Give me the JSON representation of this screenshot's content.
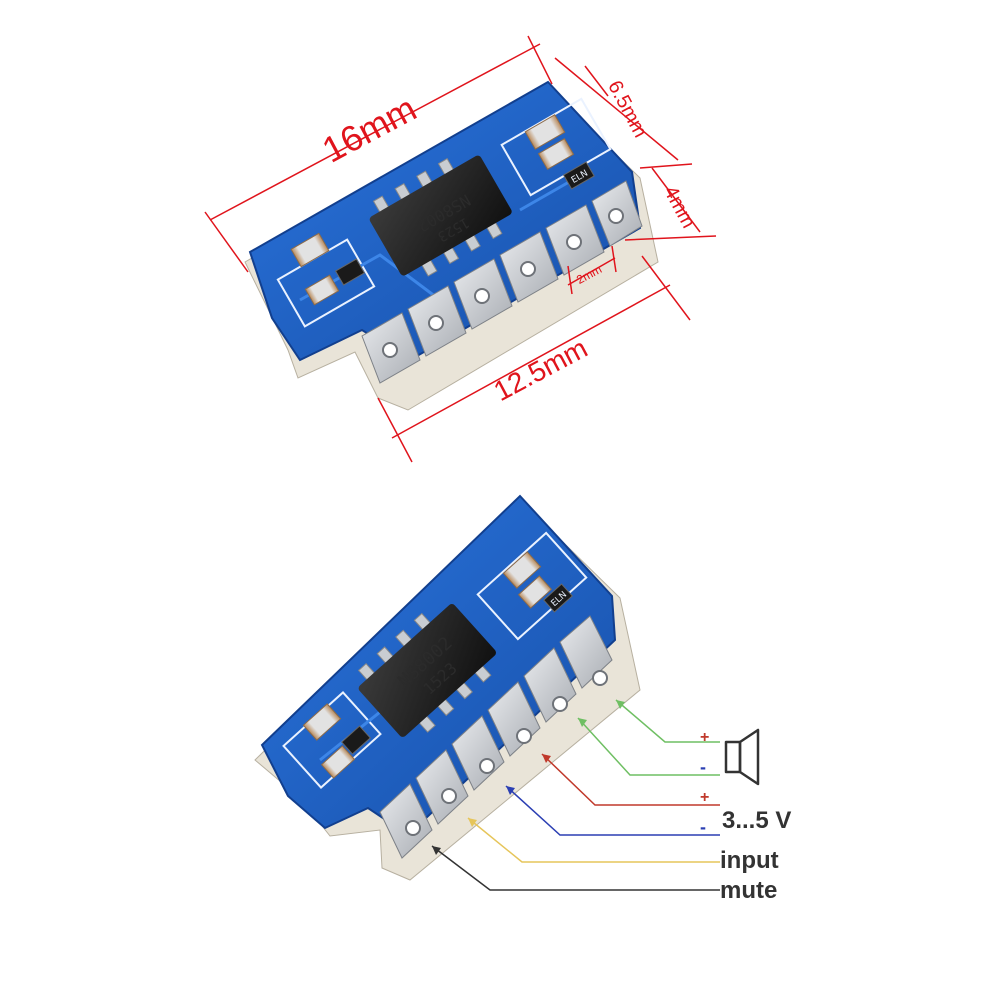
{
  "colors": {
    "background": "#ffffff",
    "pcb_blue": "#1f5fc4",
    "pcb_dark": "#123f8e",
    "dimension": "#e0141c",
    "pad_silver": "#cfd2d6",
    "chip": "#222222",
    "speaker_plus": "#6fbf63",
    "speaker_minus": "#6fbf63",
    "supply_plus": "#c0392b",
    "supply_minus": "#2b3fb3",
    "input": "#e6c55a",
    "mute": "#333333"
  },
  "top_module": {
    "dimensions": {
      "width_total": "16mm",
      "height_top": "6.5mm",
      "height_pins": "4mm",
      "pin_pitch": "2mm",
      "pin_row_width": "12.5mm"
    },
    "chip_marking": [
      "NS8002",
      "1523"
    ],
    "silk_label": "ELN"
  },
  "bottom_module": {
    "chip_marking": [
      "NS8002",
      "1523"
    ],
    "silk_label": "ELN",
    "pinout": {
      "speaker_plus": "+",
      "speaker_minus": "-",
      "supply_plus": "+",
      "supply_minus": "-",
      "supply_label": "3...5 V",
      "input_label": "input",
      "mute_label": "mute"
    },
    "icons": [
      "speaker-icon"
    ]
  }
}
